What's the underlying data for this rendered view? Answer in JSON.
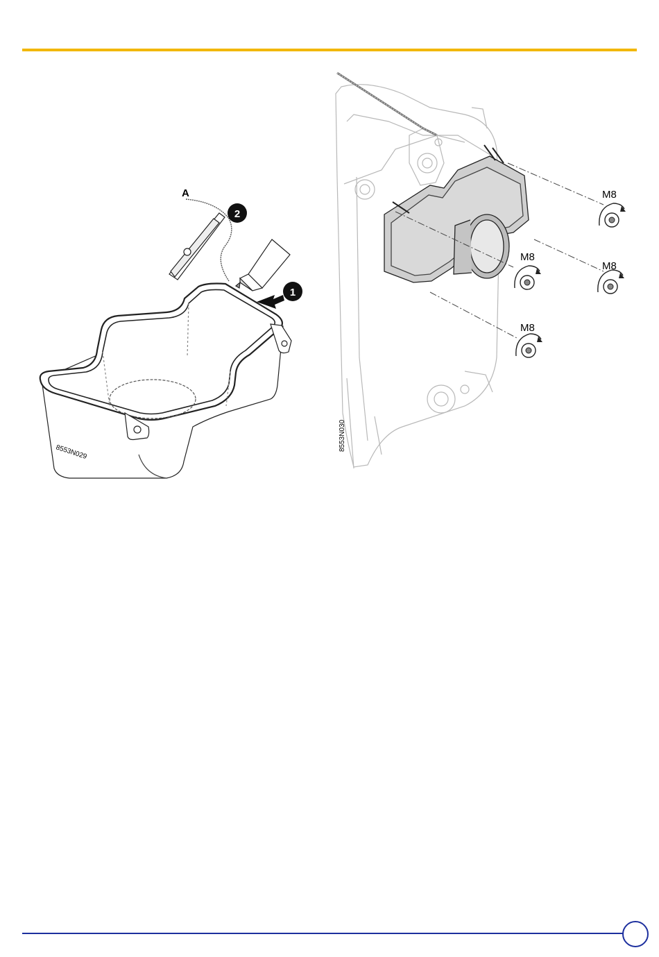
{
  "colors": {
    "top_rule": "#f2b705",
    "bottom_rule": "#1c2f9e"
  },
  "figure_left": {
    "code": "8553N029",
    "label_a": "A",
    "callout_1": "1",
    "callout_2": "2"
  },
  "figure_right": {
    "code": "8553N030",
    "nut_labels": [
      "M8",
      "M8",
      "M8",
      "M8"
    ]
  }
}
